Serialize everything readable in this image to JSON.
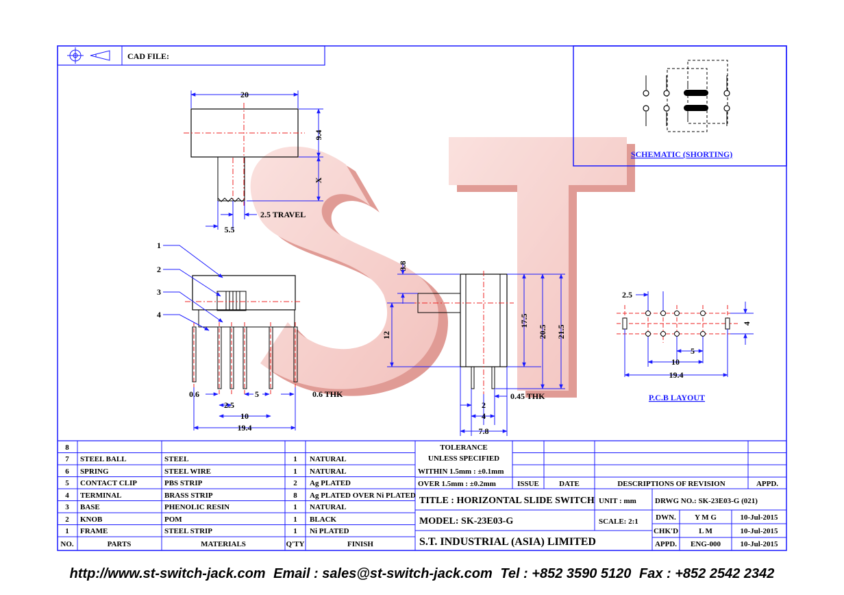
{
  "header": {
    "cad_label": "CAD FILE:"
  },
  "schematic": {
    "label": "SCHEMATIC (SHORTING)"
  },
  "top_view": {
    "dim_width": "20",
    "dim_height": "9.4",
    "dim_x": "X",
    "dim_travel": "2.5 TRAVEL",
    "dim_knob": "5.5"
  },
  "front_view": {
    "callouts": [
      "1",
      "2",
      "3",
      "4"
    ],
    "dim_pin_thk": "0.6",
    "dim_pitch_a": "2.5",
    "dim_pitch_b": "5",
    "dim_thk": "0.6 THK",
    "dim_10": "10",
    "dim_19_4": "19.4"
  },
  "side_view": {
    "dim_3_8": "3.8",
    "dim_12": "12",
    "dim_17_5": "17.5",
    "dim_20_5": "20.5",
    "dim_21_5": "21.5",
    "dim_2": "2",
    "dim_4": "4",
    "dim_7_8": "7.8",
    "dim_thk": "0.45 THK"
  },
  "pcb": {
    "label": "P.C.B LAYOUT",
    "dim_2_5": "2.5",
    "dim_4": "4",
    "dim_5": "5",
    "dim_10": "10",
    "dim_19_4": "19.4"
  },
  "watermark": {
    "text": "ST"
  },
  "parts_table": {
    "headers": {
      "no": "NO.",
      "parts": "PARTS",
      "materials": "MATERIALS",
      "qty": "Q'TY",
      "finish": "FINISH"
    },
    "rows": [
      {
        "no": "8",
        "part": "",
        "material": "",
        "qty": "",
        "finish": ""
      },
      {
        "no": "7",
        "part": "STEEL BALL",
        "material": "STEEL",
        "qty": "1",
        "finish": "NATURAL"
      },
      {
        "no": "6",
        "part": "SPRING",
        "material": "STEEL WIRE",
        "qty": "1",
        "finish": "NATURAL"
      },
      {
        "no": "5",
        "part": "CONTACT CLIP",
        "material": "PBS STRIP",
        "qty": "2",
        "finish": "Ag PLATED"
      },
      {
        "no": "4",
        "part": "TERMINAL",
        "material": "BRASS STRIP",
        "qty": "8",
        "finish": "Ag PLATED OVER Ni PLATED"
      },
      {
        "no": "3",
        "part": "BASE",
        "material": "PHENOLIC RESIN",
        "qty": "1",
        "finish": "NATURAL"
      },
      {
        "no": "2",
        "part": "KNOB",
        "material": "POM",
        "qty": "1",
        "finish": "BLACK"
      },
      {
        "no": "1",
        "part": "FRAME",
        "material": "STEEL STRIP",
        "qty": "1",
        "finish": "Ni PLATED"
      }
    ]
  },
  "title_block": {
    "tolerance": "TOLERANCE",
    "unless": "UNLESS  SPECIFIED",
    "within": "WITHIN 1.5mm : ±0.1mm",
    "over": "OVER 1.5mm : ±0.2mm",
    "issue": "ISSUE",
    "date": "DATE",
    "descriptions": "DESCRIPTIONS OF REVISION",
    "appd": "APPD.",
    "title": "TITLE :  HORIZONTAL SLIDE SWITCH",
    "unit": "UNIT :  mm",
    "drwg_no": "DRWG NO.: SK-23E03-G (021)",
    "model": "MODEL:  SK-23E03-G",
    "scale": "SCALE:  2:1",
    "company": "S.T.  INDUSTRIAL  (ASIA)  LIMITED",
    "dwn": "DWN.",
    "dwn_name": "Y M G",
    "dwn_date": "10-Jul-2015",
    "chkd": "CHK'D",
    "chkd_name": "L M",
    "chkd_date": "10-Jul-2015",
    "appd_row": "APPD.",
    "appd_name": "ENG-000",
    "appd_date": "10-Jul-2015"
  },
  "footer": {
    "web": "http://www.st-switch-jack.com",
    "email": "Email : sales@st-switch-jack.com",
    "tel": "Tel : +852 3590 5120",
    "fax": "Fax : +852 2542 2342"
  }
}
